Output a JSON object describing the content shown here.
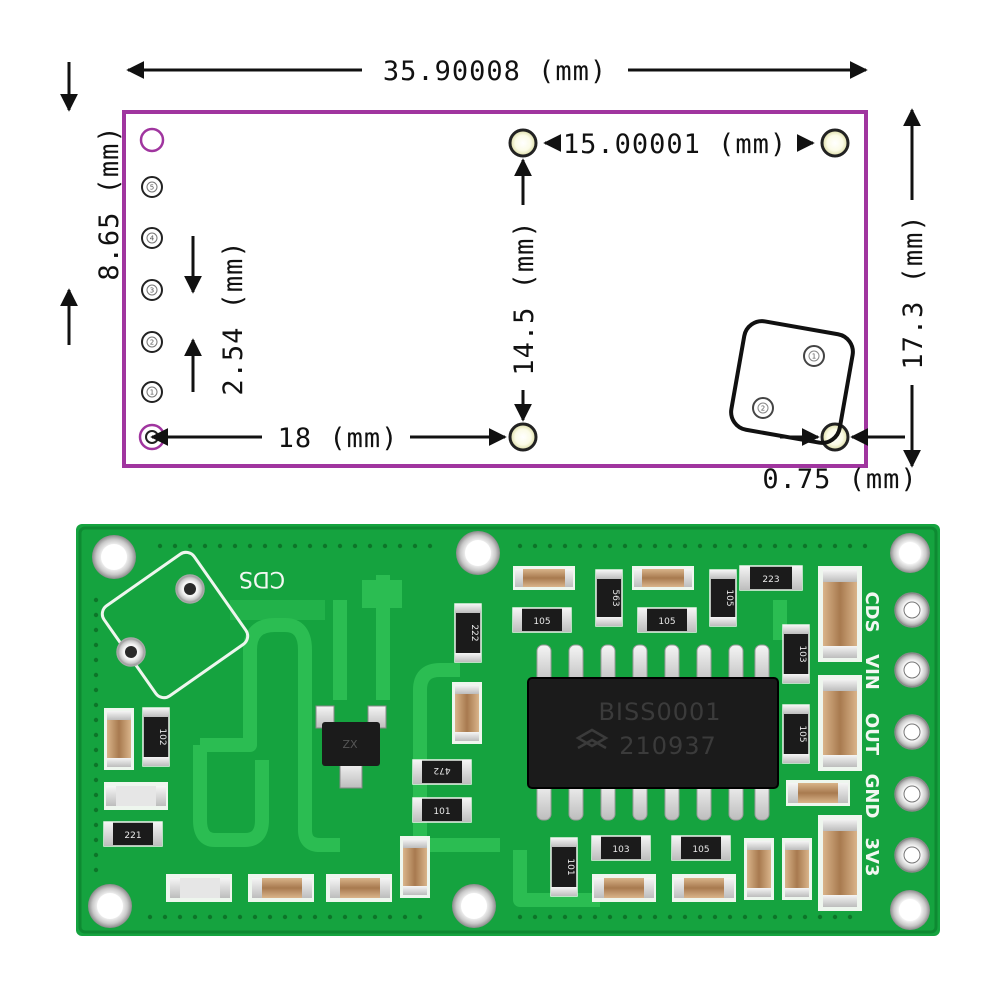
{
  "drawing": {
    "outline_color": "#a0359f",
    "dimensions": {
      "overall_width": "35.90008 (mm)",
      "mount_hole_spacing": "15.00001 (mm)",
      "pin_header_offset": "8.65 (mm)",
      "pin_pitch": "2.54 (mm)",
      "hole_vertical": "14.5 (mm)",
      "hole_horizontal": "18 (mm)",
      "overall_height": "17.3 (mm)",
      "hole_edge_offset": "0.75 (mm)"
    },
    "pin_numbers": [
      "5",
      "4",
      "3",
      "2",
      "1"
    ],
    "sensor_pin_numbers": [
      "1",
      "2"
    ]
  },
  "board": {
    "pcb_color": "#15a33f",
    "silkscreen": {
      "sensor_label": "CDS",
      "pin_labels": [
        "CDS",
        "VIN",
        "OUT",
        "GND",
        "3V3"
      ]
    },
    "ic": {
      "line1": "BISS0001",
      "line2": "210937"
    },
    "transistor_marking": "ZX",
    "smd_markings": [
      "223",
      "563",
      "105",
      "105",
      "105",
      "222",
      "103",
      "105",
      "102",
      "472",
      "101",
      "221",
      "101",
      "103",
      "105"
    ]
  }
}
